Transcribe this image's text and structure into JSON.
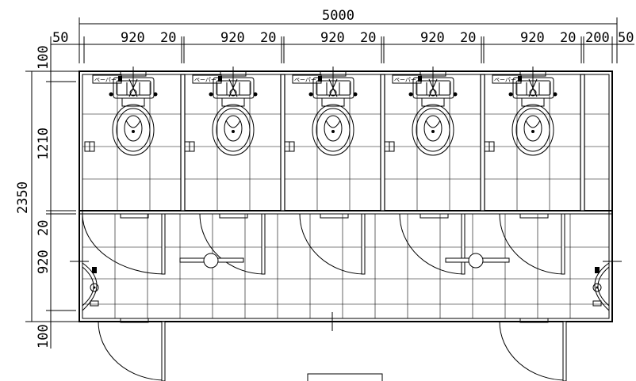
{
  "dimensions": {
    "total_width": "5000",
    "left_margin": "50",
    "right_margin": "50",
    "right_extra": "200",
    "stall_widths": [
      "920",
      "920",
      "920",
      "920",
      "920"
    ],
    "partition_gaps": [
      "20",
      "20",
      "20",
      "20",
      "20"
    ],
    "total_height": "2350",
    "vertical": [
      "100",
      "1210",
      "20",
      "920",
      "100"
    ]
  },
  "fixture_labels": {
    "paper_holder": [
      "ペーパー",
      "ペーパー",
      "ペーパー",
      "ペーパー",
      "ペーパー"
    ]
  }
}
